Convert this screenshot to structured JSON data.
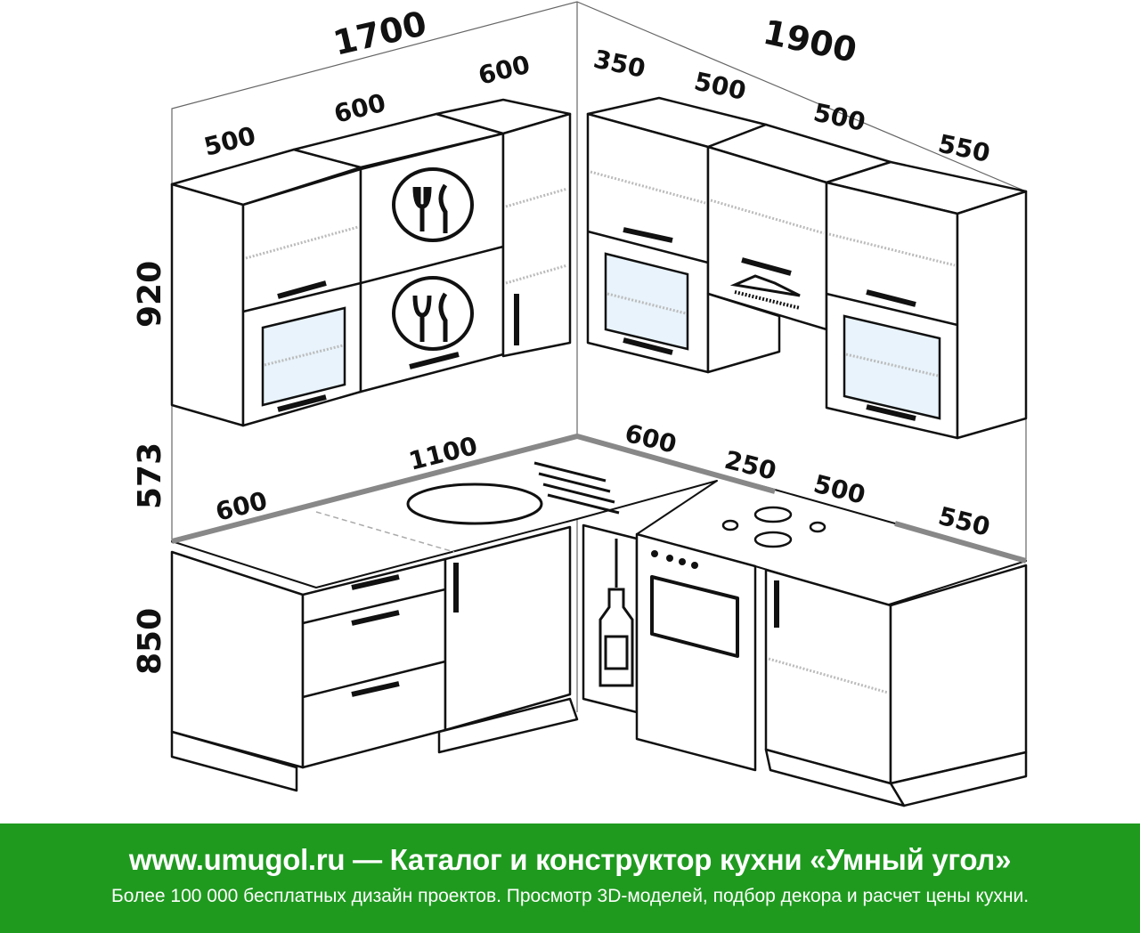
{
  "dimensions": {
    "wall_left_total": "1700",
    "wall_right_total": "1900",
    "upper_left": [
      "500",
      "600",
      "600"
    ],
    "upper_right": [
      "350",
      "500",
      "500",
      "550"
    ],
    "height_upper": "920",
    "height_gap": "573",
    "height_lower": "850",
    "counter_left": [
      "600",
      "1100"
    ],
    "counter_right": [
      "600",
      "250",
      "500",
      "550"
    ]
  },
  "footer": {
    "headline": "www.umugol.ru — Каталог и конструктор кухни «Умный угол»",
    "subline": "Более 100 000 бесплатных дизайн проектов. Просмотр 3D-моделей, подбор декора и расчет цены кухни."
  },
  "colors": {
    "footer_bg": "#1f9a1f"
  }
}
